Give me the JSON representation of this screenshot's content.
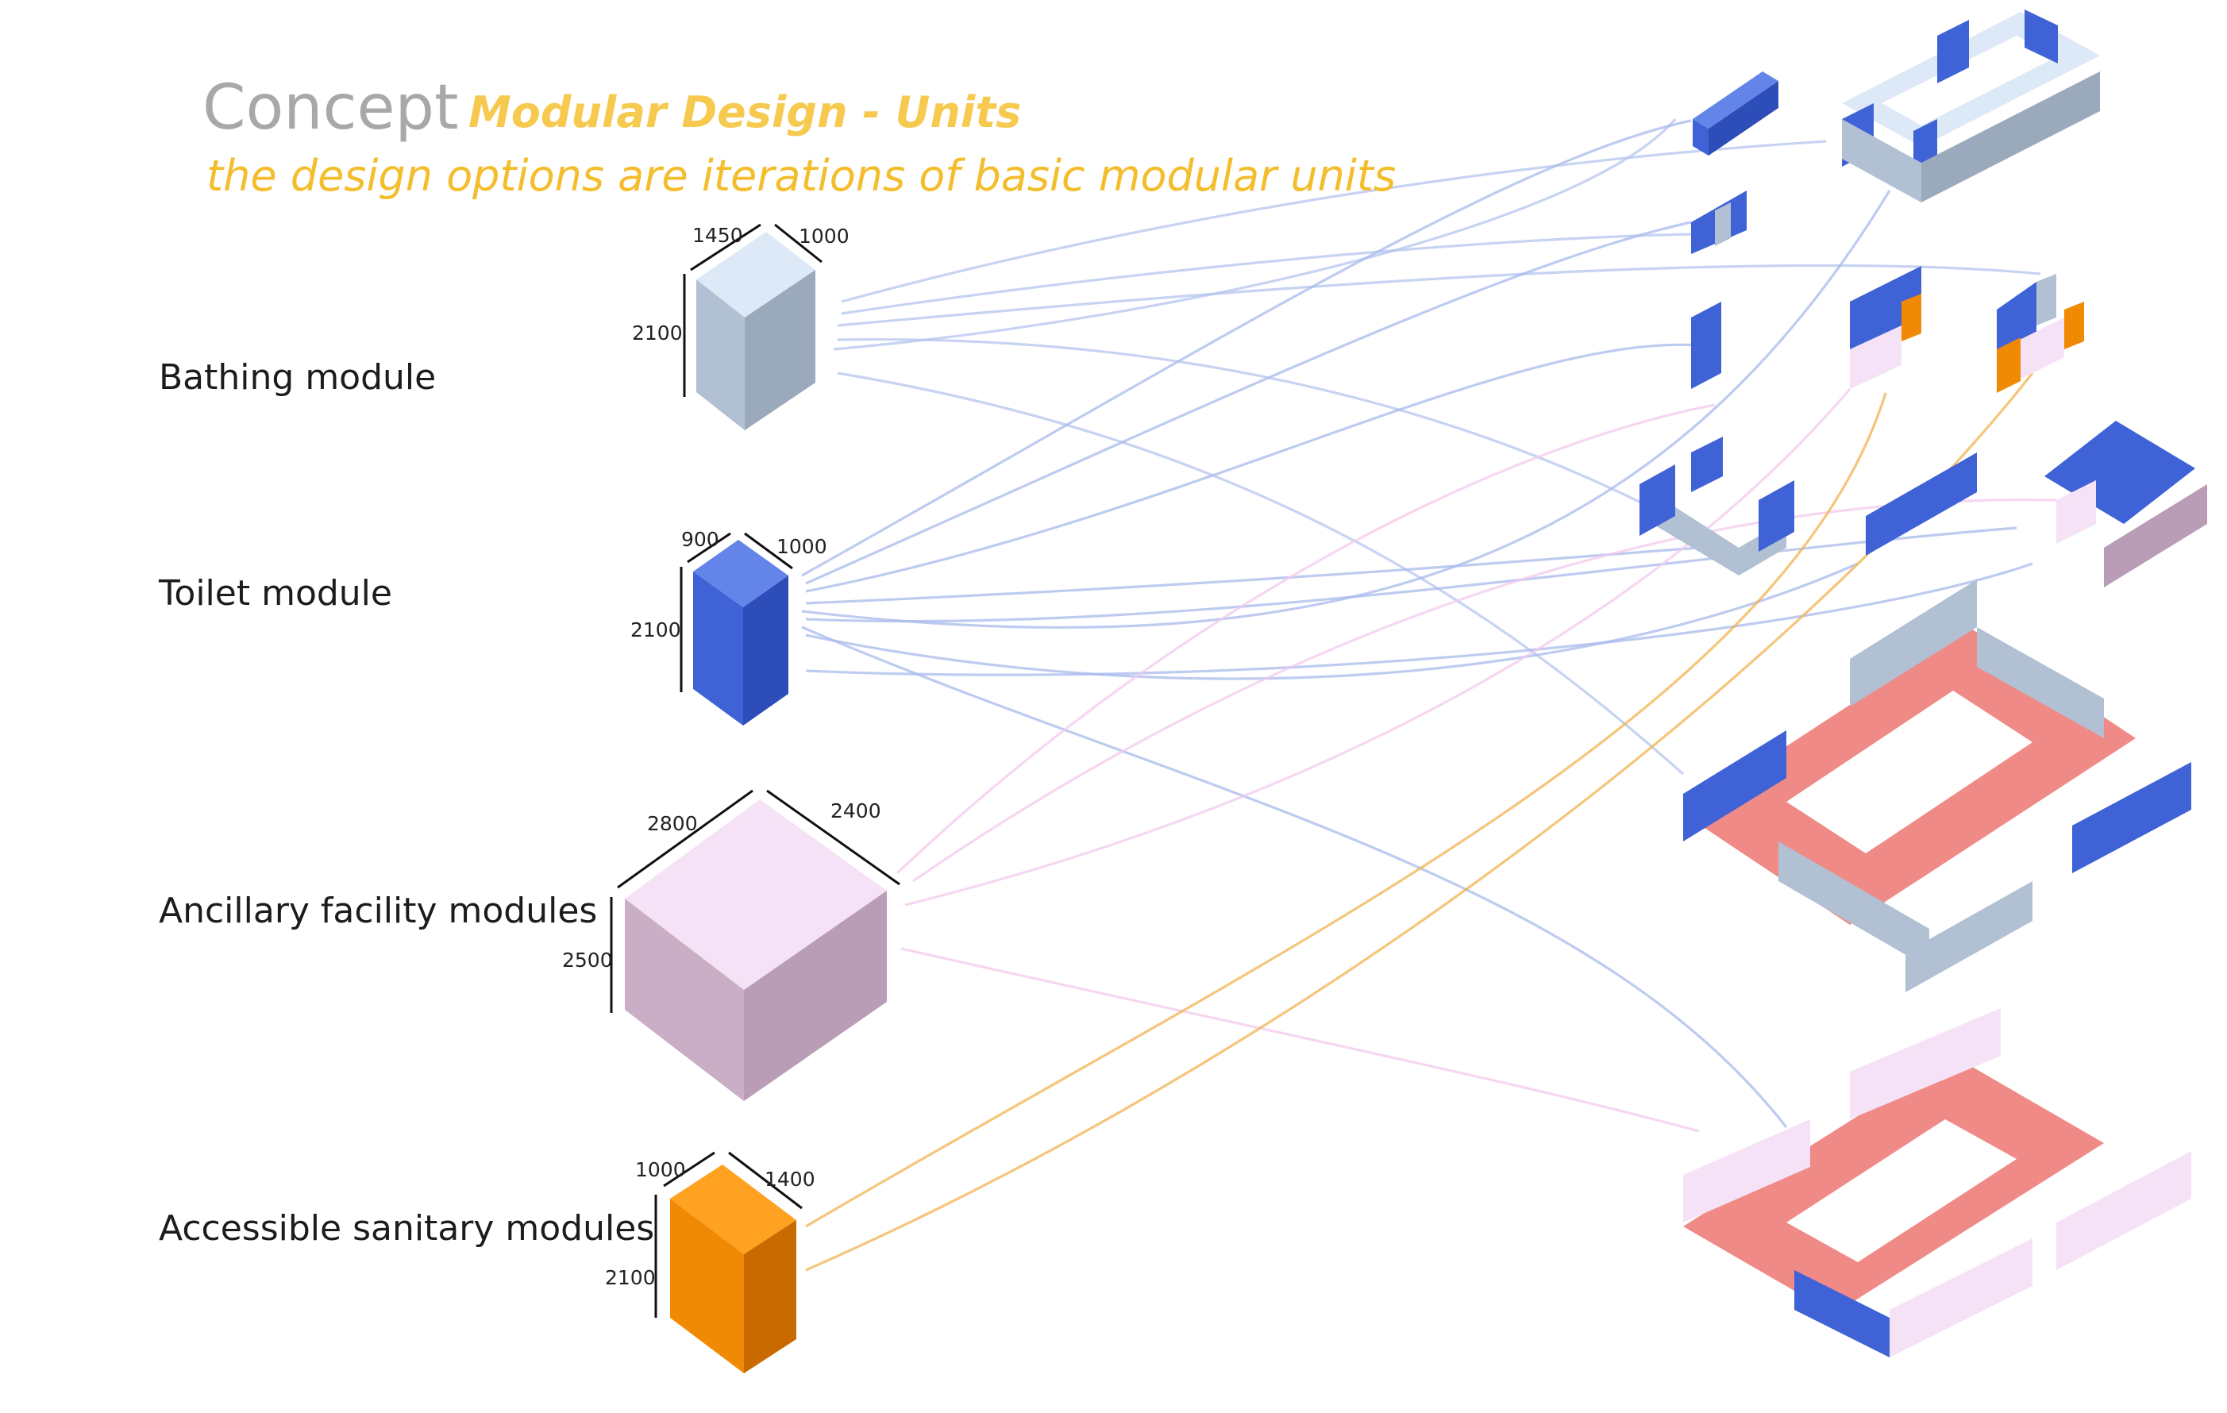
{
  "heading": {
    "concept": "Concept",
    "subtitle": "Modular Design - Units",
    "tagline": "the design options are iterations of basic modular units"
  },
  "modules": {
    "bathing": {
      "label": "Bathing module",
      "dims": [
        "1450",
        "1000",
        "2100"
      ]
    },
    "toilet": {
      "label": "Toilet module",
      "dims": [
        "900",
        "1000",
        "2100"
      ]
    },
    "ancillary": {
      "label": "Ancillary facility modules",
      "dims": [
        "2800",
        "2400",
        "2500"
      ]
    },
    "accessible": {
      "label": "Accessible sanitary modules",
      "dims": [
        "1000",
        "1400",
        "2100"
      ]
    }
  },
  "colors": {
    "bathing_top": "#dde9f7",
    "bathing_left": "#b1c0d2",
    "bathing_right": "#9aa9bb",
    "toilet_top": "#6385ea",
    "toilet_left": "#3f63d6",
    "toilet_right": "#2d4db8",
    "ancillary_top": "#f6e2f6",
    "ancillary_left": "#c9aec6",
    "ancillary_right": "#b99db6",
    "accessible_top": "#ffa222",
    "accessible_left": "#f08a05",
    "accessible_right": "#c96a00",
    "floor": "#f08a87",
    "blue_connector": "#aebfe9",
    "pink_connector": "#f3c7ee",
    "orange_connector": "#f2b24f"
  }
}
